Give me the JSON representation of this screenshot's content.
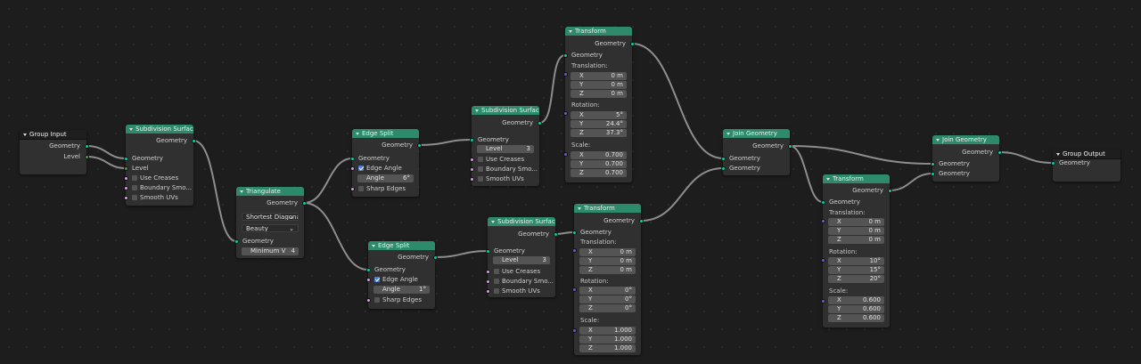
{
  "nodes": {
    "group_input": {
      "title": "Group Input",
      "outputs": [
        "Geometry",
        "Level"
      ]
    },
    "subdiv1": {
      "title": "Subdivision Surface",
      "output": "Geometry",
      "inputs": [
        "Geometry",
        "Level",
        "Use Creases",
        "Boundary Smo...",
        "Smooth UVs"
      ]
    },
    "triangulate": {
      "title": "Triangulate",
      "output": "Geometry",
      "quad_method": "Shortest Diagona",
      "ngon_method": "Beauty",
      "input": "Geometry",
      "min_label": "Minimum V",
      "min_value": "4"
    },
    "edge_split1": {
      "title": "Edge Split",
      "output": "Geometry",
      "input": "Geometry",
      "edge_angle": "Edge Angle",
      "angle_label": "Angle",
      "angle_value": "6°",
      "sharp_edges": "Sharp Edges"
    },
    "edge_split2": {
      "title": "Edge Split",
      "output": "Geometry",
      "input": "Geometry",
      "edge_angle": "Edge Angle",
      "angle_label": "Angle",
      "angle_value": "1°",
      "sharp_edges": "Sharp Edges"
    },
    "subdiv2": {
      "title": "Subdivision Surfac",
      "output": "Geometry",
      "input": "Geometry",
      "level_label": "Level",
      "level_value": "3",
      "use_creases": "Use Creases",
      "boundary": "Boundary Smo...",
      "smooth_uvs": "Smooth UVs"
    },
    "subdiv3": {
      "title": "Subdivision Surface",
      "output": "Geometry",
      "input": "Geometry",
      "level_label": "Level",
      "level_value": "3",
      "use_creases": "Use Creases",
      "boundary": "Boundary Smo...",
      "smooth_uvs": "Smooth UVs"
    },
    "transform1": {
      "title": "Transform",
      "output": "Geometry",
      "input": "Geometry",
      "translation": "Translation:",
      "tx": "0 m",
      "ty": "0 m",
      "tz": "0 m",
      "rotation": "Rotation:",
      "rx": "5°",
      "ry": "24.4°",
      "rz": "37.3°",
      "scale": "Scale:",
      "sx": "0.700",
      "sy": "0.700",
      "sz": "0.700"
    },
    "transform2": {
      "title": "Transform",
      "output": "Geometry",
      "input": "Geometry",
      "translation": "Translation:",
      "tx": "0 m",
      "ty": "0 m",
      "tz": "0 m",
      "rotation": "Rotation:",
      "rx": "0°",
      "ry": "0°",
      "rz": "0°",
      "scale": "Scale:",
      "sx": "1.000",
      "sy": "1.000",
      "sz": "1.000"
    },
    "transform3": {
      "title": "Transform",
      "output": "Geometry",
      "input": "Geometry",
      "translation": "Translation:",
      "tx": "0 m",
      "ty": "0 m",
      "tz": "0 m",
      "rotation": "Rotation:",
      "rx": "10°",
      "ry": "15°",
      "rz": "20°",
      "scale": "Scale:",
      "sx": "0.600",
      "sy": "0.600",
      "sz": "0.600"
    },
    "join1": {
      "title": "Join Geometry",
      "output": "Geometry",
      "inputs": [
        "Geometry",
        "Geometry"
      ]
    },
    "join2": {
      "title": "Join Geometry",
      "output": "Geometry",
      "inputs": [
        "Geometry",
        "Geometry"
      ]
    },
    "group_output": {
      "title": "Group Output",
      "input": "Geometry"
    }
  },
  "axes": {
    "x": "X",
    "y": "Y",
    "z": "Z"
  },
  "colors": {
    "geometry_header": "#2d8a6b",
    "geometry_socket": "#00d6a3",
    "node_body": "#303030",
    "checkbox_on": "#4b7fd1"
  }
}
